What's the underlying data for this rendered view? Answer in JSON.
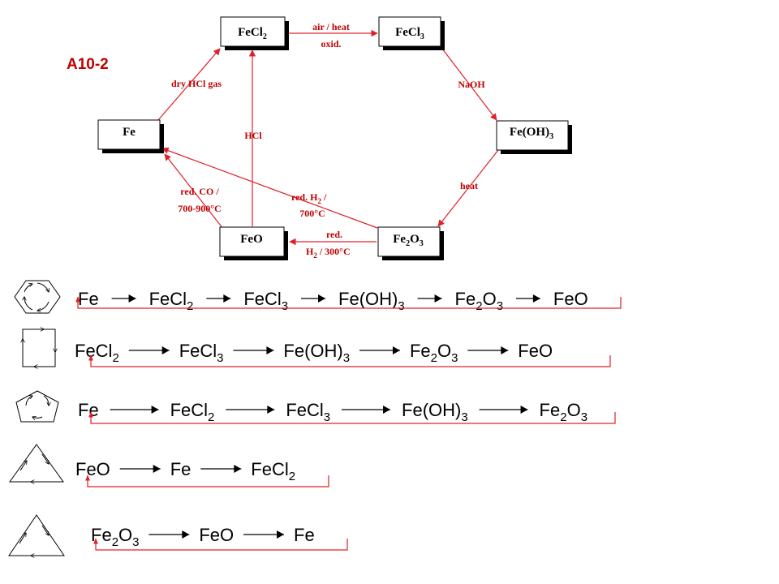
{
  "title": "A10-2",
  "nodes": {
    "fecl2": {
      "main": "FeCl",
      "sub": "2"
    },
    "fecl3": {
      "main": "FeCl",
      "sub": "3"
    },
    "fe": {
      "main": "Fe"
    },
    "feoh3": {
      "main": "Fe(OH)",
      "sub": "3"
    },
    "feo": {
      "main": "FeO"
    },
    "fe2o3": {
      "pre": "Fe",
      "sub": "2",
      "post": "O",
      "sub2": "3"
    }
  },
  "edge_labels": {
    "fecl2_fecl3": [
      "air / heat",
      "oxid."
    ],
    "fecl3_feoh3": "NaOH",
    "fe_fecl2": "dry HCl gas",
    "feo_fecl2": "HCl",
    "feoh3_fe2o3": "heat",
    "feo_fe": [
      "red. CO /",
      "700-900°C"
    ],
    "fe2o3_fe": [
      "red. H",
      "2",
      " /",
      "700°C"
    ],
    "fe2o3_feo": [
      "red.",
      "H",
      "2",
      " / 300°C"
    ]
  },
  "sequences": [
    {
      "arrow": "short",
      "items": [
        {
          "t": "Fe"
        },
        {
          "t": "FeCl",
          "s": "2"
        },
        {
          "t": "FeCl",
          "s": "3"
        },
        {
          "t": "Fe(OH)",
          "s": "3"
        },
        {
          "t": "Fe",
          "s": "2",
          "t2": "O",
          "s2": "3"
        },
        {
          "t": "FeO"
        }
      ]
    },
    {
      "arrow": "long",
      "items": [
        {
          "t": "FeCl",
          "s": "2"
        },
        {
          "t": "FeCl",
          "s": "3"
        },
        {
          "t": "Fe(OH)",
          "s": "3"
        },
        {
          "t": "Fe",
          "s": "2",
          "t2": "O",
          "s2": "3"
        },
        {
          "t": "FeO"
        }
      ]
    },
    {
      "arrow": "long",
      "items": [
        {
          "t": "Fe"
        },
        {
          "t": "FeCl",
          "s": "2"
        },
        {
          "t": "FeCl",
          "s": "3"
        },
        {
          "t": "Fe(OH)",
          "s": "3"
        },
        {
          "t": "Fe",
          "s": "2",
          "t2": "O",
          "s2": "3"
        }
      ]
    },
    {
      "arrow": "long",
      "items": [
        {
          "t": "FeO"
        },
        {
          "t": "Fe"
        },
        {
          "t": "FeCl",
          "s": "2"
        }
      ]
    },
    {
      "arrow": "long",
      "items": [
        {
          "t": "Fe",
          "s": "2",
          "t2": "O",
          "s2": "3"
        },
        {
          "t": "FeO"
        },
        {
          "t": "Fe"
        }
      ]
    }
  ],
  "cycle_icons": [
    "hexagon-cycle-icon",
    "square-cycle-icon",
    "pentagon-cycle-icon",
    "triangle-cycle-icon",
    "triangle-cycle-icon"
  ],
  "colors": {
    "accent": "#e0202a",
    "title": "#c00000",
    "text": "#000000"
  }
}
